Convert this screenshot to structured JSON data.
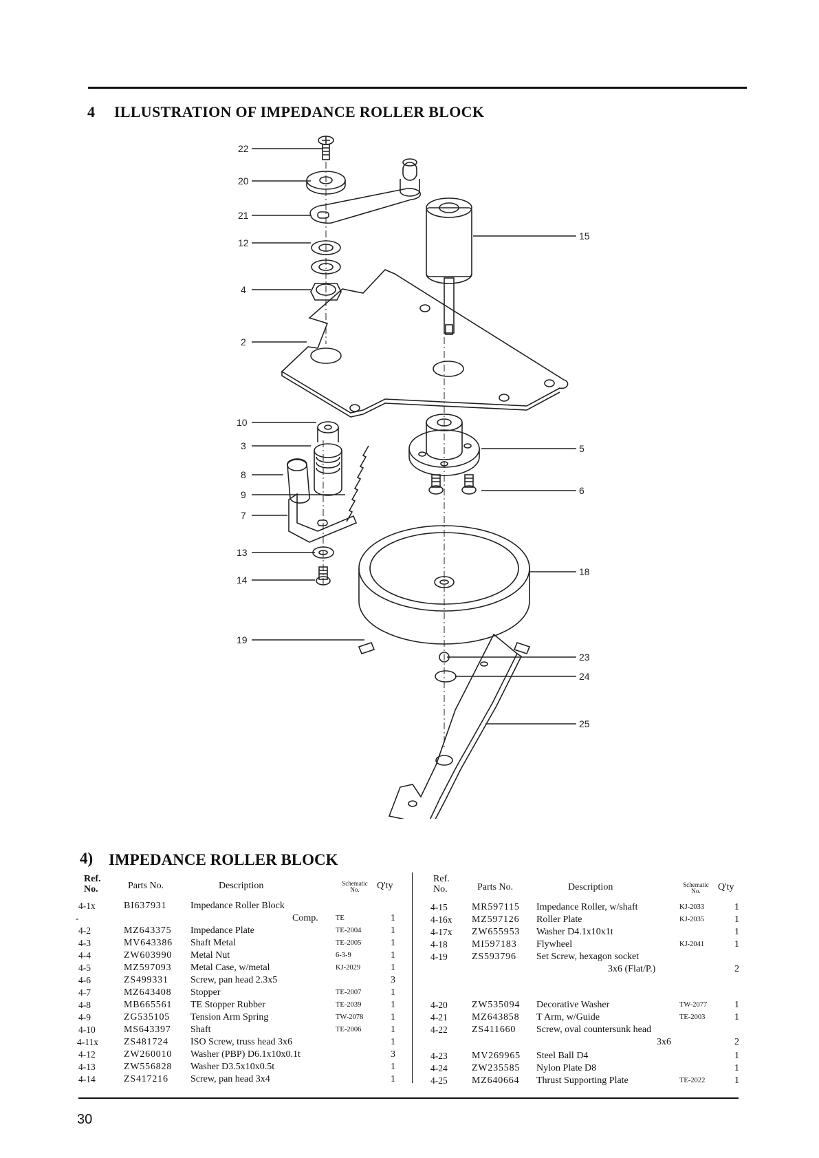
{
  "section": {
    "number": "4",
    "title": "ILLUSTRATION OF IMPEDANCE ROLLER BLOCK"
  },
  "table_section": {
    "number": "4)",
    "title": "IMPEDANCE ROLLER BLOCK"
  },
  "headers": {
    "ref_line1": "Ref.",
    "ref_line2": "No.",
    "parts": "Parts No.",
    "description": "Description",
    "schematic_line1": "Schematic",
    "schematic_line2": "No.",
    "qty": "Q'ty"
  },
  "callouts": {
    "c22": "22",
    "c20": "20",
    "c21": "21",
    "c12": "12",
    "c4": "4",
    "c2": "2",
    "c10": "10",
    "c3": "3",
    "c8": "8",
    "c9": "9",
    "c7": "7",
    "c13": "13",
    "c14": "14",
    "c19": "19",
    "c15": "15",
    "c5": "5",
    "c6": "6",
    "c18": "18",
    "c23": "23",
    "c24": "24",
    "c25": "25"
  },
  "left_rows": [
    {
      "ref": "4-1x",
      "part": "BI637931",
      "desc": "Impedance Roller Block",
      "sch": "",
      "qty": ""
    },
    {
      "ref": "-",
      "part": "",
      "desc": "Comp.",
      "sch": "TE",
      "qty": "1"
    },
    {
      "ref": "4-2",
      "part": "MZ643375",
      "desc": "Impedance Plate",
      "sch": "TE-2004",
      "qty": "1"
    },
    {
      "ref": "4-3",
      "part": "MV643386",
      "desc": "Shaft Metal",
      "sch": "TE-2005",
      "qty": "1"
    },
    {
      "ref": "4-4",
      "part": "ZW603990",
      "desc": "Metal Nut",
      "sch": "6-3-9",
      "qty": "1"
    },
    {
      "ref": "4-5",
      "part": "MZ597093",
      "desc": "Metal Case, w/metal",
      "sch": "KJ-2029",
      "qty": "1"
    },
    {
      "ref": "4-6",
      "part": "ZS499331",
      "desc": "Screw, pan head 2.3x5",
      "sch": "",
      "qty": "3"
    },
    {
      "ref": "4-7",
      "part": "MZ643408",
      "desc": "Stopper",
      "sch": "TE-2007",
      "qty": "1"
    },
    {
      "ref": "4-8",
      "part": "MB665561",
      "desc": "TE Stopper Rubber",
      "sch": "TE-2039",
      "qty": "1"
    },
    {
      "ref": "4-9",
      "part": "ZG535105",
      "desc": "Tension Arm Spring",
      "sch": "TW-2078",
      "qty": "1"
    },
    {
      "ref": "4-10",
      "part": "MS643397",
      "desc": "Shaft",
      "sch": "TE-2006",
      "qty": "1"
    },
    {
      "ref": "4-11x",
      "part": "ZS481724",
      "desc": "ISO Screw, truss head 3x6",
      "sch": "",
      "qty": "1"
    },
    {
      "ref": "4-12",
      "part": "ZW260010",
      "desc": "Washer (PBP) D6.1x10x0.1t",
      "sch": "",
      "qty": "3"
    },
    {
      "ref": "4-13",
      "part": "ZW556828",
      "desc": "Washer D3.5x10x0.5t",
      "sch": "",
      "qty": "1"
    },
    {
      "ref": "4-14",
      "part": "ZS417216",
      "desc": "Screw, pan head 3x4",
      "sch": "",
      "qty": "1"
    }
  ],
  "right_rows": [
    {
      "ref": "4-15",
      "part": "MR597115",
      "desc": "Impedance Roller, w/shaft",
      "sch": "KJ-2033",
      "qty": "1"
    },
    {
      "ref": "4-16x",
      "part": "MZ597126",
      "desc": "Roller Plate",
      "sch": "KJ-2035",
      "qty": "1"
    },
    {
      "ref": "4-17x",
      "part": "ZW655953",
      "desc": "Washer D4.1x10x1t",
      "sch": "",
      "qty": "1"
    },
    {
      "ref": "4-18",
      "part": "MI597183",
      "desc": "Flywheel",
      "sch": "KJ-2041",
      "qty": "1"
    },
    {
      "ref": "4-19",
      "part": "ZS593796",
      "desc": "Set Screw, hexagon socket",
      "sch": "",
      "qty": ""
    },
    {
      "ref": "",
      "part": "",
      "desc": "3x6 (Flat/P.)",
      "sch": "",
      "qty": "2"
    },
    {
      "ref": "4-20",
      "part": "ZW535094",
      "desc": "Decorative Washer",
      "sch": "TW-2077",
      "qty": "1"
    },
    {
      "ref": "4-21",
      "part": "MZ643858",
      "desc": "T Arm, w/Guide",
      "sch": "TE-2003",
      "qty": "1"
    },
    {
      "ref": "4-22",
      "part": "ZS411660",
      "desc": "Screw, oval countersunk head",
      "sch": "",
      "qty": ""
    },
    {
      "ref": "",
      "part": "",
      "desc": "3x6",
      "sch": "",
      "qty": "2"
    },
    {
      "ref": "4-23",
      "part": "MV269965",
      "desc": "Steel Ball D4",
      "sch": "",
      "qty": "1"
    },
    {
      "ref": "4-24",
      "part": "ZW235585",
      "desc": "Nylon Plate D8",
      "sch": "",
      "qty": "1"
    },
    {
      "ref": "4-25",
      "part": "MZ640664",
      "desc": "Thrust Supporting Plate",
      "sch": "TE-2022",
      "qty": "1"
    }
  ],
  "page_number": "30"
}
